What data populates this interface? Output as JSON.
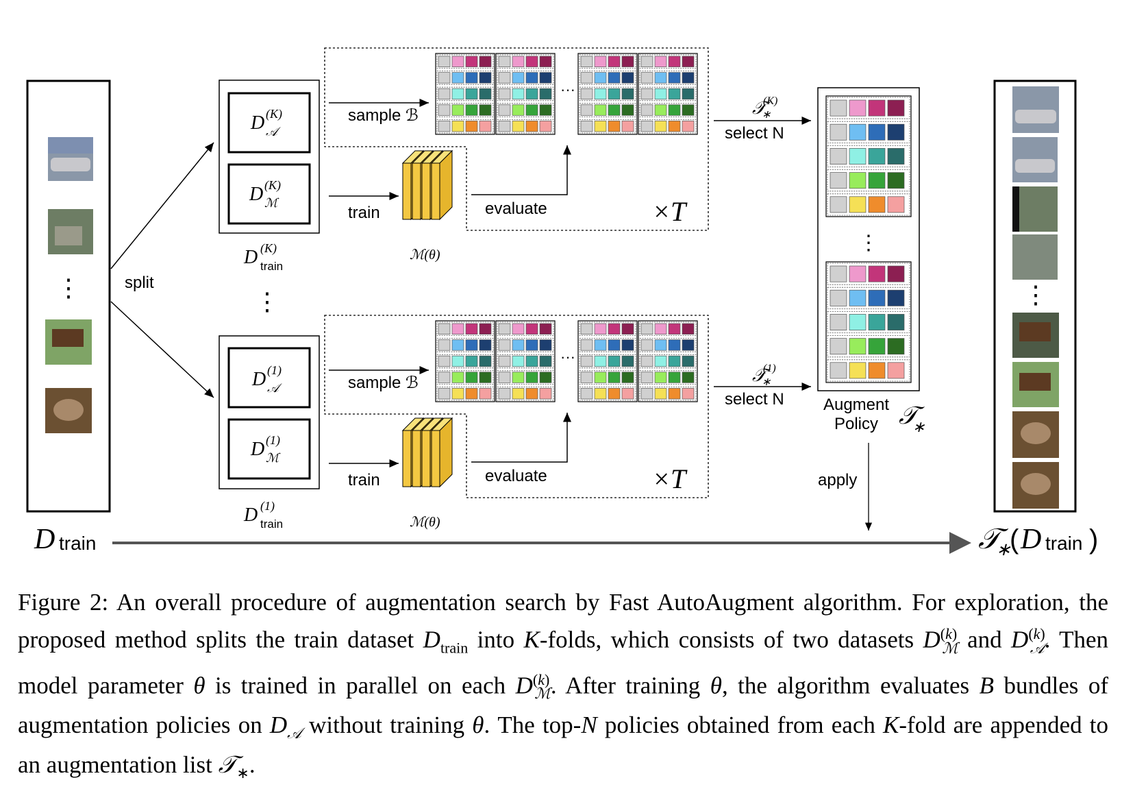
{
  "labels": {
    "split": "split",
    "sample_top": "sample ℬ",
    "sample_bottom": "sample ℬ",
    "train_top": "train",
    "train_bottom": "train",
    "evaluate_top": "evaluate",
    "evaluate_bottom": "evaluate",
    "times_T": "×T",
    "select_n": "select N",
    "apply": "apply",
    "augment_policy_line1": "Augment",
    "augment_policy_line2": "Policy",
    "model": "ℳ(θ)",
    "d_train_left": "D",
    "train_sub": "train",
    "vdots": "⋮",
    "hdots": "···"
  },
  "caption": {
    "prefix": "Figure 2:",
    "text": " An overall procedure of augmentation search by Fast AutoAugment algorithm. For exploration, the proposed method splits the train dataset D",
    "text_tail": " into K-folds, which consists of two datasets D",
    "full": "Figure 2: An overall procedure of augmentation search by Fast AutoAugment algorithm. For exploration, the proposed method splits the train dataset Dtrain into K-folds, which consists of two datasets D(k)M and D(k)A. Then model parameter θ is trained in parallel on each D(k)M. After training θ, the algorithm evaluates B bundles of augmentation policies on DA without training θ. The top-N policies obtained from each K-fold are appended to an augmentation list T*."
  },
  "colors": {
    "gray": "#d0d0d0",
    "pink": [
      "#ee99cc",
      "#c2357a",
      "#8c1f52"
    ],
    "blue": [
      "#6fbef2",
      "#2e6db8",
      "#1d3f70"
    ],
    "teal": [
      "#8ff0e4",
      "#3aa59a",
      "#2a6c6a"
    ],
    "green": [
      "#98ec5c",
      "#36a43a",
      "#2c6c22"
    ],
    "warm": [
      "#f5e056",
      "#ef8c2c",
      "#f4a0a0"
    ],
    "model": "#f4c842"
  }
}
